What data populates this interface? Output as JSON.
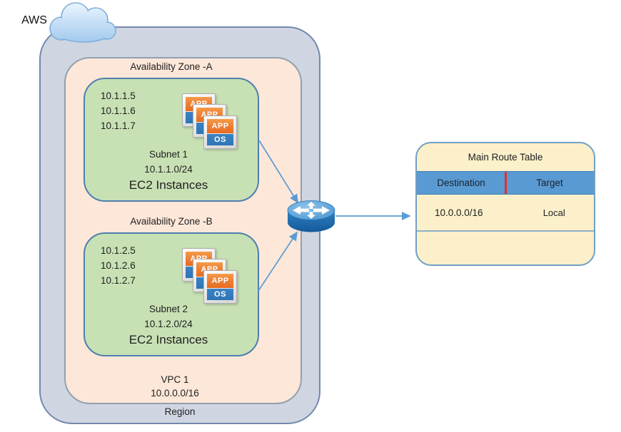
{
  "cloud": {
    "label": "AWS"
  },
  "region": {
    "label": "Region"
  },
  "vpc": {
    "label": "VPC 1",
    "cidr": "10.0.0.0/16"
  },
  "zones": [
    {
      "label": "Availability Zone -A",
      "subnet": {
        "name": "Subnet 1",
        "cidr": "10.1.1.0/24",
        "caption": "EC2 Instances",
        "ips": [
          "10.1.1.5",
          "10.1.1.6",
          "10.1.1.7"
        ]
      }
    },
    {
      "label": "Availability Zone -B",
      "subnet": {
        "name": "Subnet 2",
        "cidr": "10.1.2.0/24",
        "caption": "EC2 Instances",
        "ips": [
          "10.1.2.5",
          "10.1.2.6",
          "10.1.2.7"
        ]
      }
    }
  ],
  "icon_labels": {
    "app": "APP",
    "os": "OS"
  },
  "route_table": {
    "title": "Main Route Table",
    "columns": [
      "Destination",
      "Target"
    ],
    "rows": [
      {
        "destination": "10.0.0.0/16",
        "target": "Local"
      }
    ]
  },
  "colors": {
    "region_fill": "#cfd6e2",
    "region_border": "#7388ac",
    "vpc_fill": "#fce7d8",
    "subnet_fill": "#c8e1b4",
    "subnet_border": "#4e7fae",
    "table_fill": "#fbf0ca",
    "table_header_fill": "#5a9ad2",
    "table_header_divider": "#e32f2c",
    "connector": "#5b9bd5",
    "cloud_fill": "#cde4f8",
    "router_blue": "#1f6bae",
    "icon_app_orange": "#ed7d31",
    "icon_os_blue": "#2e75b6"
  }
}
